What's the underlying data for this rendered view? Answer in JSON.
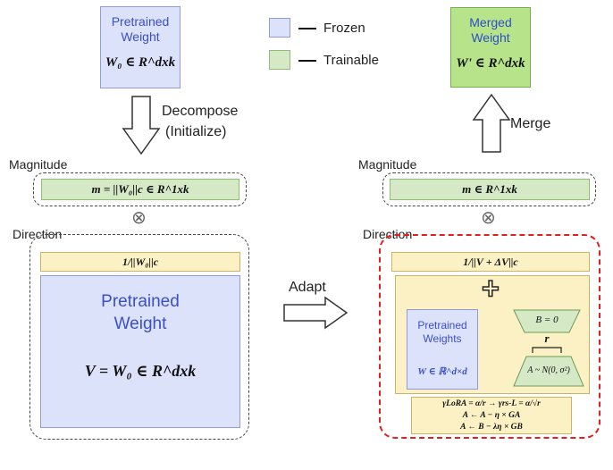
{
  "legend": {
    "frozen": "Frozen",
    "trainable": "Trainable",
    "frozen_color": "#dde2fb",
    "trainable_color": "#d5e9c7"
  },
  "left": {
    "pretrained_top_title": "Pretrained Weight",
    "pretrained_top_formula": "W₀ ∈ R^dxk",
    "decompose_label": "Decompose",
    "initialize_label": "(Initialize)",
    "magnitude_label": "Magnitude",
    "magnitude_formula": "m = ||W₀||c ∈ R^1xk",
    "multiply_symbol": "⊗",
    "direction_label": "Direction",
    "norm_formula": "1/||W₀||c",
    "big_title": "Pretrained Weight",
    "big_formula": "V = W₀ ∈ R^dxk"
  },
  "middle": {
    "adapt_label": "Adapt"
  },
  "right": {
    "merged_title": "Merged Weight",
    "merged_formula": "W' ∈ R^dxk",
    "merge_label": "Merge",
    "magnitude_label": "Magnitude",
    "magnitude_formula": "m ∈ R^1xk",
    "multiply_symbol": "⊗",
    "direction_label": "Direction",
    "norm_formula": "1/||V + ΔV||c",
    "plus_symbol": "+",
    "pretrained_weights_title": "Pretrained Weights",
    "pretrained_weights_formula": "W ∈ ℝ^d×d",
    "b_formula": "B = 0",
    "r_label": "r",
    "a_formula": "A ~ N(0, σ²)",
    "equations": [
      "γLoRA = α/r → γrs-L = α/√r",
      "A ← A − η × GA",
      "A ← B − λη × GB"
    ]
  }
}
